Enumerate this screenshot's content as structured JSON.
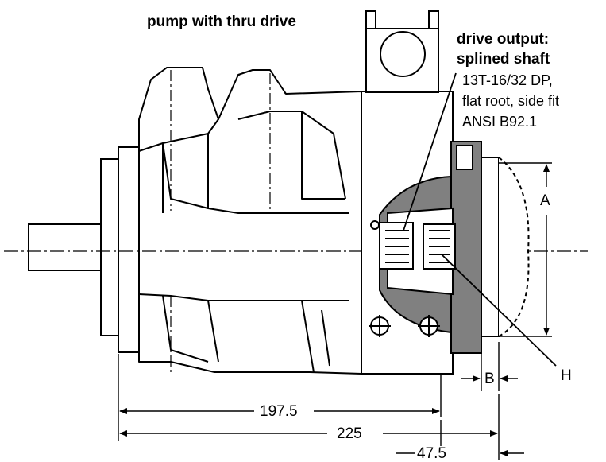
{
  "title": "pump with thru drive",
  "callout": {
    "heading_line1": "drive output:",
    "heading_line2": "splined shaft",
    "spec_line1": "13T-16/32 DP,",
    "spec_line2": "flat root, side fit",
    "spec_line3": "ANSI B92.1"
  },
  "labels": {
    "a": "A",
    "b": "B",
    "h": "H"
  },
  "dimensions": {
    "d1": "197.5",
    "d2": "225",
    "d3": "47.5"
  },
  "colors": {
    "ink": "#000000",
    "shade": "#808080",
    "paper": "#ffffff"
  }
}
